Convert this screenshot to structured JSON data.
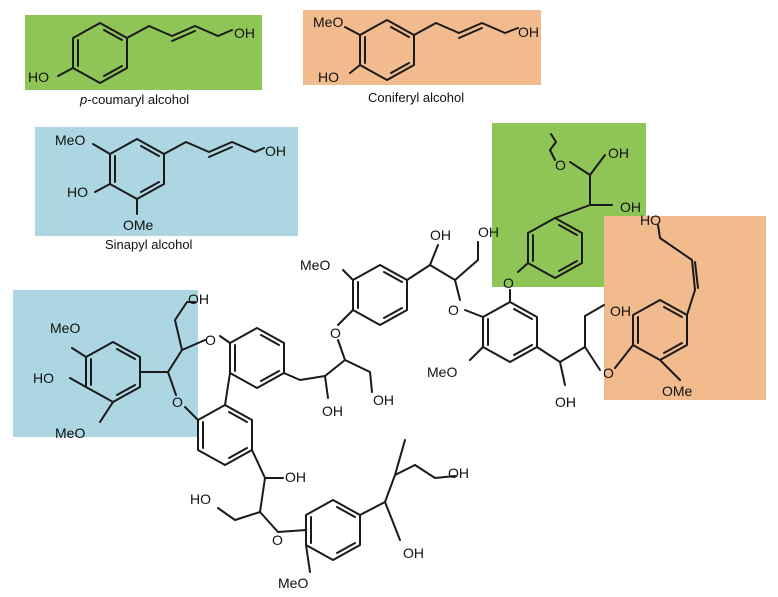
{
  "colors": {
    "p_coumaryl": "#8fc556",
    "coniferyl": "#f2bb8e",
    "sinapyl": "#acd7e2",
    "bond": "#1a1a1a"
  },
  "monomers": {
    "p_coumaryl": {
      "caption_italic": "p",
      "caption_rest": "-coumaryl alcohol",
      "oh_label": "OH",
      "ho_label": "HO"
    },
    "coniferyl": {
      "caption": "Coniferyl alcohol",
      "meo_label": "MeO",
      "oh_label": "OH",
      "ho_label": "HO"
    },
    "sinapyl": {
      "caption": "Sinapyl   alcohol",
      "meo_label": "MeO",
      "ho_label": "HO",
      "ome_label": "OMe",
      "oh_label": "OH"
    }
  },
  "polymer_labels": {
    "sinapyl_meo_top": "MeO",
    "sinapyl_ho": "HO",
    "sinapyl_meo_bottom": "MeO",
    "sinapyl_ch2oh": "OH",
    "dibenzo_o_top": "O",
    "dibenzo_o_bottom": "O",
    "guaiacyl_meo": "MeO",
    "guaiacyl_o": "O",
    "guaiacyl_oh1": "OH",
    "guaiacyl_oh2": "OH",
    "center_oh1": "OH",
    "center_oh2": "OH",
    "syringyl_o_top": "O",
    "syringyl_o_mid": "O",
    "syringyl_meo": "MeO",
    "syringyl_oh1": "OH",
    "syringyl_oh2": "OH",
    "green_oh1": "OH",
    "green_oh2": "OH",
    "green_o": "O",
    "coniferyl_ho": "HO",
    "coniferyl_ome": "OMe",
    "coniferyl_o": "O",
    "bottom_oh1": "OH",
    "bottom_ho": "HO",
    "bottom_o": "O",
    "bottom_meo": "MeO",
    "bottom_oh2": "OH",
    "bottom_oh3": "OH"
  }
}
